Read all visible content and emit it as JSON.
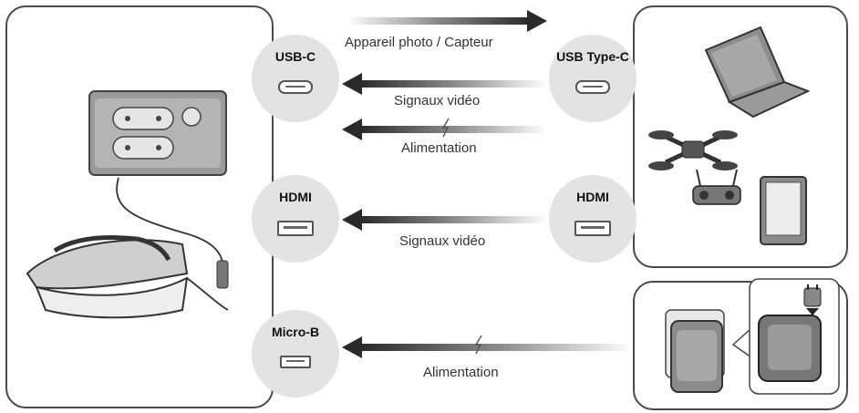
{
  "ports_left": {
    "usbc": "USB-C",
    "hdmi": "HDMI",
    "microb": "Micro-B"
  },
  "ports_right": {
    "usb_type_c": "USB Type-C",
    "hdmi": "HDMI"
  },
  "connections": {
    "camera_sensor": "Appareil photo / Capteur",
    "video_signals_usb": "Signaux vidéo",
    "power_usb": "Alimentation",
    "video_signals_hdmi": "Signaux vidéo",
    "power_microb": "Alimentation"
  },
  "colors": {
    "port_circle": "#e3e3e3",
    "arrow_dark": "#2a2a2a",
    "panel_border": "#4a4a4a"
  },
  "icons": [
    "controller-box-icon",
    "smart-glasses-icon",
    "laptop-icon",
    "drone-icon",
    "remote-controller-icon",
    "tablet-icon",
    "power-adapter-icon",
    "plug-icon"
  ]
}
